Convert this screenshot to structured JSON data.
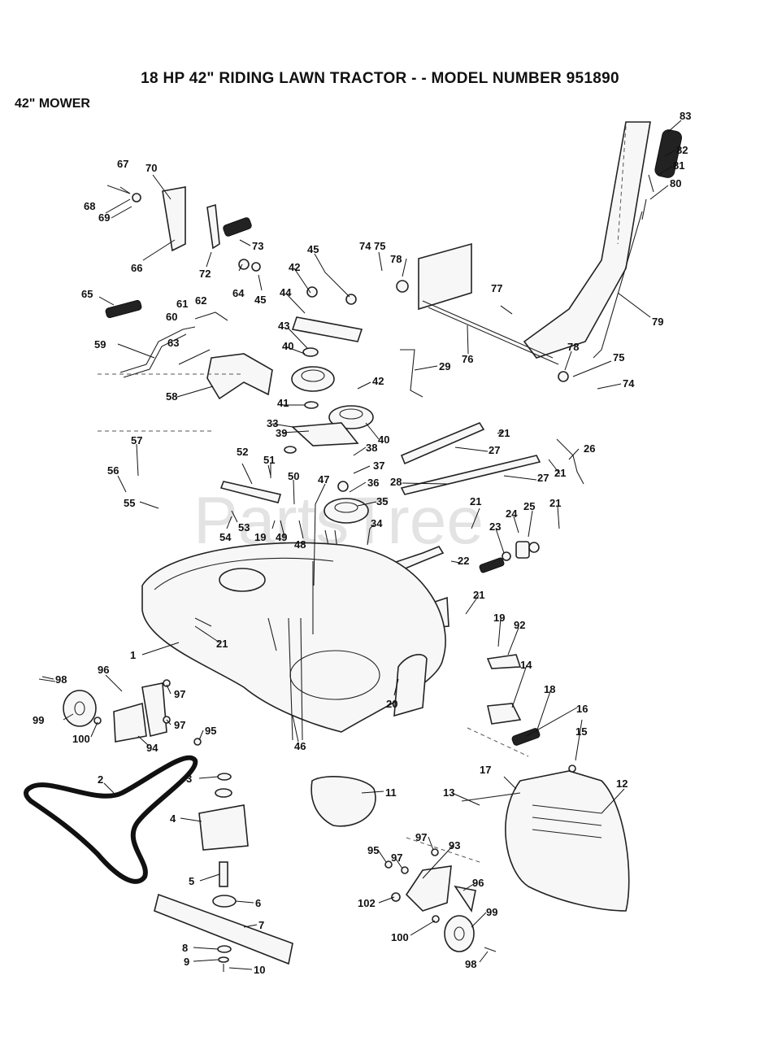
{
  "title": "18 HP 42\" RIDING LAWN TRACTOR - - MODEL NUMBER 951890",
  "subtitle": "42\" MOWER",
  "watermark": "PartsTree",
  "callouts": [
    {
      "id": "c83",
      "label": "83"
    },
    {
      "id": "c82",
      "label": "82"
    },
    {
      "id": "c81",
      "label": "81"
    },
    {
      "id": "c80",
      "label": "80"
    },
    {
      "id": "c79",
      "label": "79"
    },
    {
      "id": "c78a",
      "label": "78"
    },
    {
      "id": "c78b",
      "label": "78"
    },
    {
      "id": "c77",
      "label": "77"
    },
    {
      "id": "c76",
      "label": "76"
    },
    {
      "id": "c75a",
      "label": "75"
    },
    {
      "id": "c75b",
      "label": "75"
    },
    {
      "id": "c74a",
      "label": "74"
    },
    {
      "id": "c74b",
      "label": "74"
    },
    {
      "id": "c73",
      "label": "73"
    },
    {
      "id": "c72",
      "label": "72"
    },
    {
      "id": "c70",
      "label": "70"
    },
    {
      "id": "c69",
      "label": "69"
    },
    {
      "id": "c68",
      "label": "68"
    },
    {
      "id": "c67",
      "label": "67"
    },
    {
      "id": "c66",
      "label": "66"
    },
    {
      "id": "c65",
      "label": "65"
    },
    {
      "id": "c64",
      "label": "64"
    },
    {
      "id": "c63",
      "label": "63"
    },
    {
      "id": "c62",
      "label": "62"
    },
    {
      "id": "c61",
      "label": "61"
    },
    {
      "id": "c60",
      "label": "60"
    },
    {
      "id": "c59",
      "label": "59"
    },
    {
      "id": "c58",
      "label": "58"
    },
    {
      "id": "c57",
      "label": "57"
    },
    {
      "id": "c56",
      "label": "56"
    },
    {
      "id": "c55",
      "label": "55"
    },
    {
      "id": "c54",
      "label": "54"
    },
    {
      "id": "c53",
      "label": "53"
    },
    {
      "id": "c52",
      "label": "52"
    },
    {
      "id": "c51",
      "label": "51"
    },
    {
      "id": "c50",
      "label": "50"
    },
    {
      "id": "c49",
      "label": "49"
    },
    {
      "id": "c48",
      "label": "48"
    },
    {
      "id": "c47",
      "label": "47"
    },
    {
      "id": "c46",
      "label": "46"
    },
    {
      "id": "c45a",
      "label": "45"
    },
    {
      "id": "c45b",
      "label": "45"
    },
    {
      "id": "c44",
      "label": "44"
    },
    {
      "id": "c43",
      "label": "43"
    },
    {
      "id": "c42a",
      "label": "42"
    },
    {
      "id": "c42b",
      "label": "42"
    },
    {
      "id": "c41",
      "label": "41"
    },
    {
      "id": "c40a",
      "label": "40"
    },
    {
      "id": "c40b",
      "label": "40"
    },
    {
      "id": "c39",
      "label": "39"
    },
    {
      "id": "c38",
      "label": "38"
    },
    {
      "id": "c37",
      "label": "37"
    },
    {
      "id": "c36",
      "label": "36"
    },
    {
      "id": "c35",
      "label": "35"
    },
    {
      "id": "c34",
      "label": "34"
    },
    {
      "id": "c33",
      "label": "33"
    },
    {
      "id": "c29",
      "label": "29"
    },
    {
      "id": "c28",
      "label": "28"
    },
    {
      "id": "c27a",
      "label": "27"
    },
    {
      "id": "c27b",
      "label": "27"
    },
    {
      "id": "c26",
      "label": "26"
    },
    {
      "id": "c25",
      "label": "25"
    },
    {
      "id": "c24",
      "label": "24"
    },
    {
      "id": "c23",
      "label": "23"
    },
    {
      "id": "c22",
      "label": "22"
    },
    {
      "id": "c21a",
      "label": "21"
    },
    {
      "id": "c21b",
      "label": "21"
    },
    {
      "id": "c21c",
      "label": "21"
    },
    {
      "id": "c21d",
      "label": "21"
    },
    {
      "id": "c21e",
      "label": "21"
    },
    {
      "id": "c21f",
      "label": "21"
    },
    {
      "id": "c20",
      "label": "20"
    },
    {
      "id": "c19a",
      "label": "19"
    },
    {
      "id": "c19b",
      "label": "19"
    },
    {
      "id": "c92",
      "label": "92"
    },
    {
      "id": "c14",
      "label": "14"
    },
    {
      "id": "c18",
      "label": "18"
    },
    {
      "id": "c16",
      "label": "16"
    },
    {
      "id": "c15",
      "label": "15"
    },
    {
      "id": "c17",
      "label": "17"
    },
    {
      "id": "c13",
      "label": "13"
    },
    {
      "id": "c12",
      "label": "12"
    },
    {
      "id": "c11",
      "label": "11"
    },
    {
      "id": "c1",
      "label": "1"
    },
    {
      "id": "c98a",
      "label": "98"
    },
    {
      "id": "c96a",
      "label": "96"
    },
    {
      "id": "c97a",
      "label": "97"
    },
    {
      "id": "c97b",
      "label": "97"
    },
    {
      "id": "c99a",
      "label": "99"
    },
    {
      "id": "c100a",
      "label": "100"
    },
    {
      "id": "c94",
      "label": "94"
    },
    {
      "id": "c95a",
      "label": "95"
    },
    {
      "id": "c2",
      "label": "2"
    },
    {
      "id": "c3",
      "label": "3"
    },
    {
      "id": "c4",
      "label": "4"
    },
    {
      "id": "c5",
      "label": "5"
    },
    {
      "id": "c6",
      "label": "6"
    },
    {
      "id": "c7",
      "label": "7"
    },
    {
      "id": "c8",
      "label": "8"
    },
    {
      "id": "c9",
      "label": "9"
    },
    {
      "id": "c10",
      "label": "10"
    },
    {
      "id": "c97c",
      "label": "97"
    },
    {
      "id": "c93",
      "label": "93"
    },
    {
      "id": "c95b",
      "label": "95"
    },
    {
      "id": "c97d",
      "label": "97"
    },
    {
      "id": "c96b",
      "label": "96"
    },
    {
      "id": "c102",
      "label": "102"
    },
    {
      "id": "c99b",
      "label": "99"
    },
    {
      "id": "c100b",
      "label": "100"
    },
    {
      "id": "c98b",
      "label": "98"
    }
  ]
}
